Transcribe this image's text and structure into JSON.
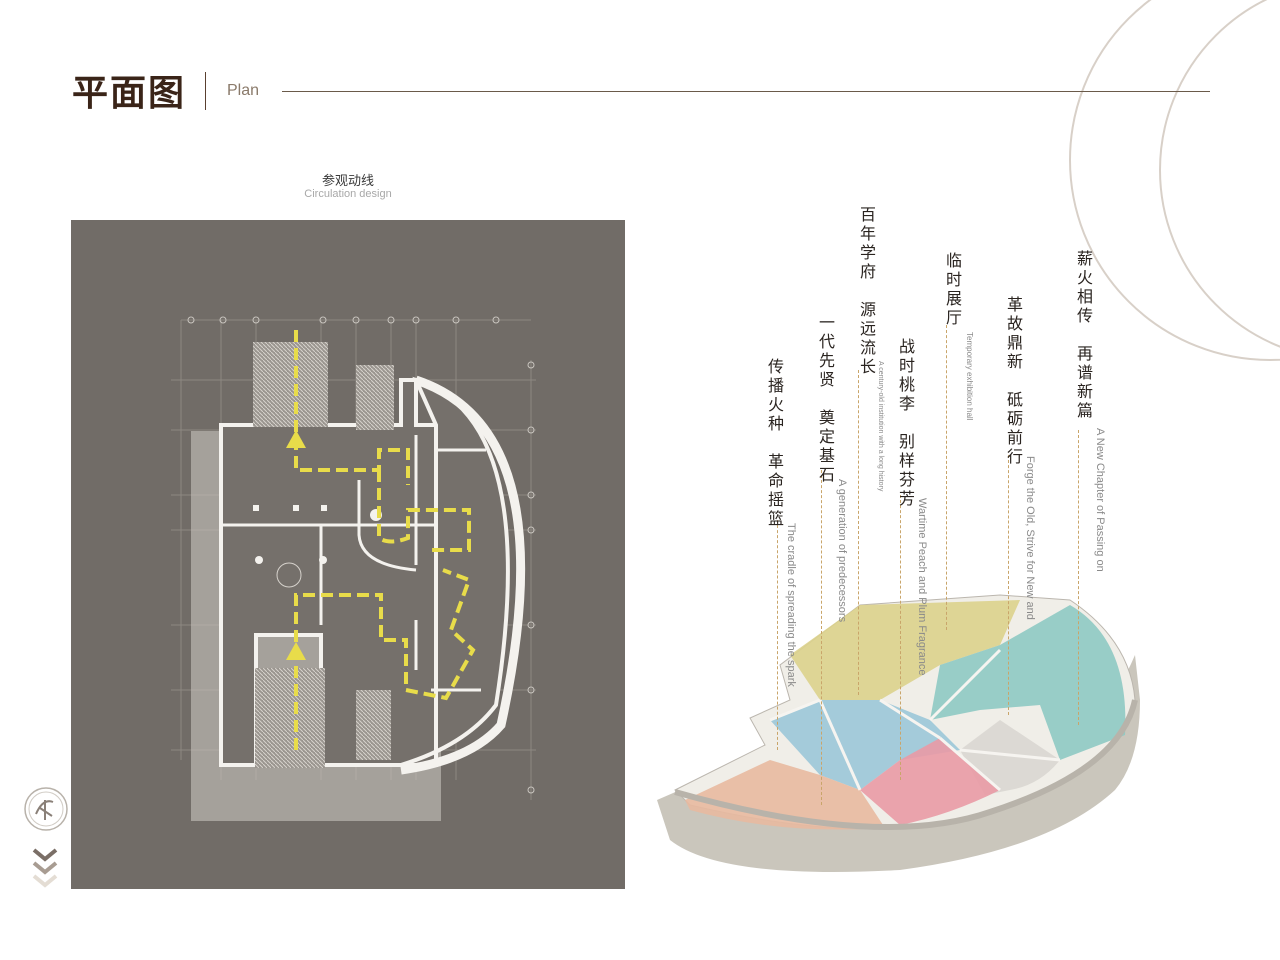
{
  "header": {
    "title": "平面图",
    "subtitle": "Plan"
  },
  "plan": {
    "caption_cn": "参观动线",
    "caption_en": "Circulation design"
  },
  "sections": [
    {
      "cn": "传播火种　革命摇篮",
      "en": "The cradle of spreading the spark"
    },
    {
      "cn": "一代先贤　奠定基石",
      "en": "A generation of predecessors"
    },
    {
      "cn": "百年学府　源远流长",
      "en": "A century-old institution with a long history"
    },
    {
      "cn": "战时桃李　别样芬芳",
      "en": "Wartime Peach and Plum Fragrance"
    },
    {
      "cn": "临时展厅",
      "en": "Temporary exhibition hall"
    },
    {
      "cn": "革故鼎新　砥砺前行",
      "en": "Forge the Old, Strive for New and"
    },
    {
      "cn": "薪火相传　再谱新篇",
      "en": "A New Chapter of Passing on"
    }
  ],
  "colors": {
    "panel": "#716c67",
    "route": "#e8dc4a",
    "zone_yellow": "#dcd28c",
    "zone_teal": "#8ec9c3",
    "zone_blue": "#9bc7d8",
    "zone_pink": "#e99aa5",
    "zone_orange": "#e8b9a0",
    "zone_gray": "#dcd9d4"
  },
  "icons": {
    "badge": "logo-seal-icon",
    "chevrons": "chevron-down-icon"
  }
}
